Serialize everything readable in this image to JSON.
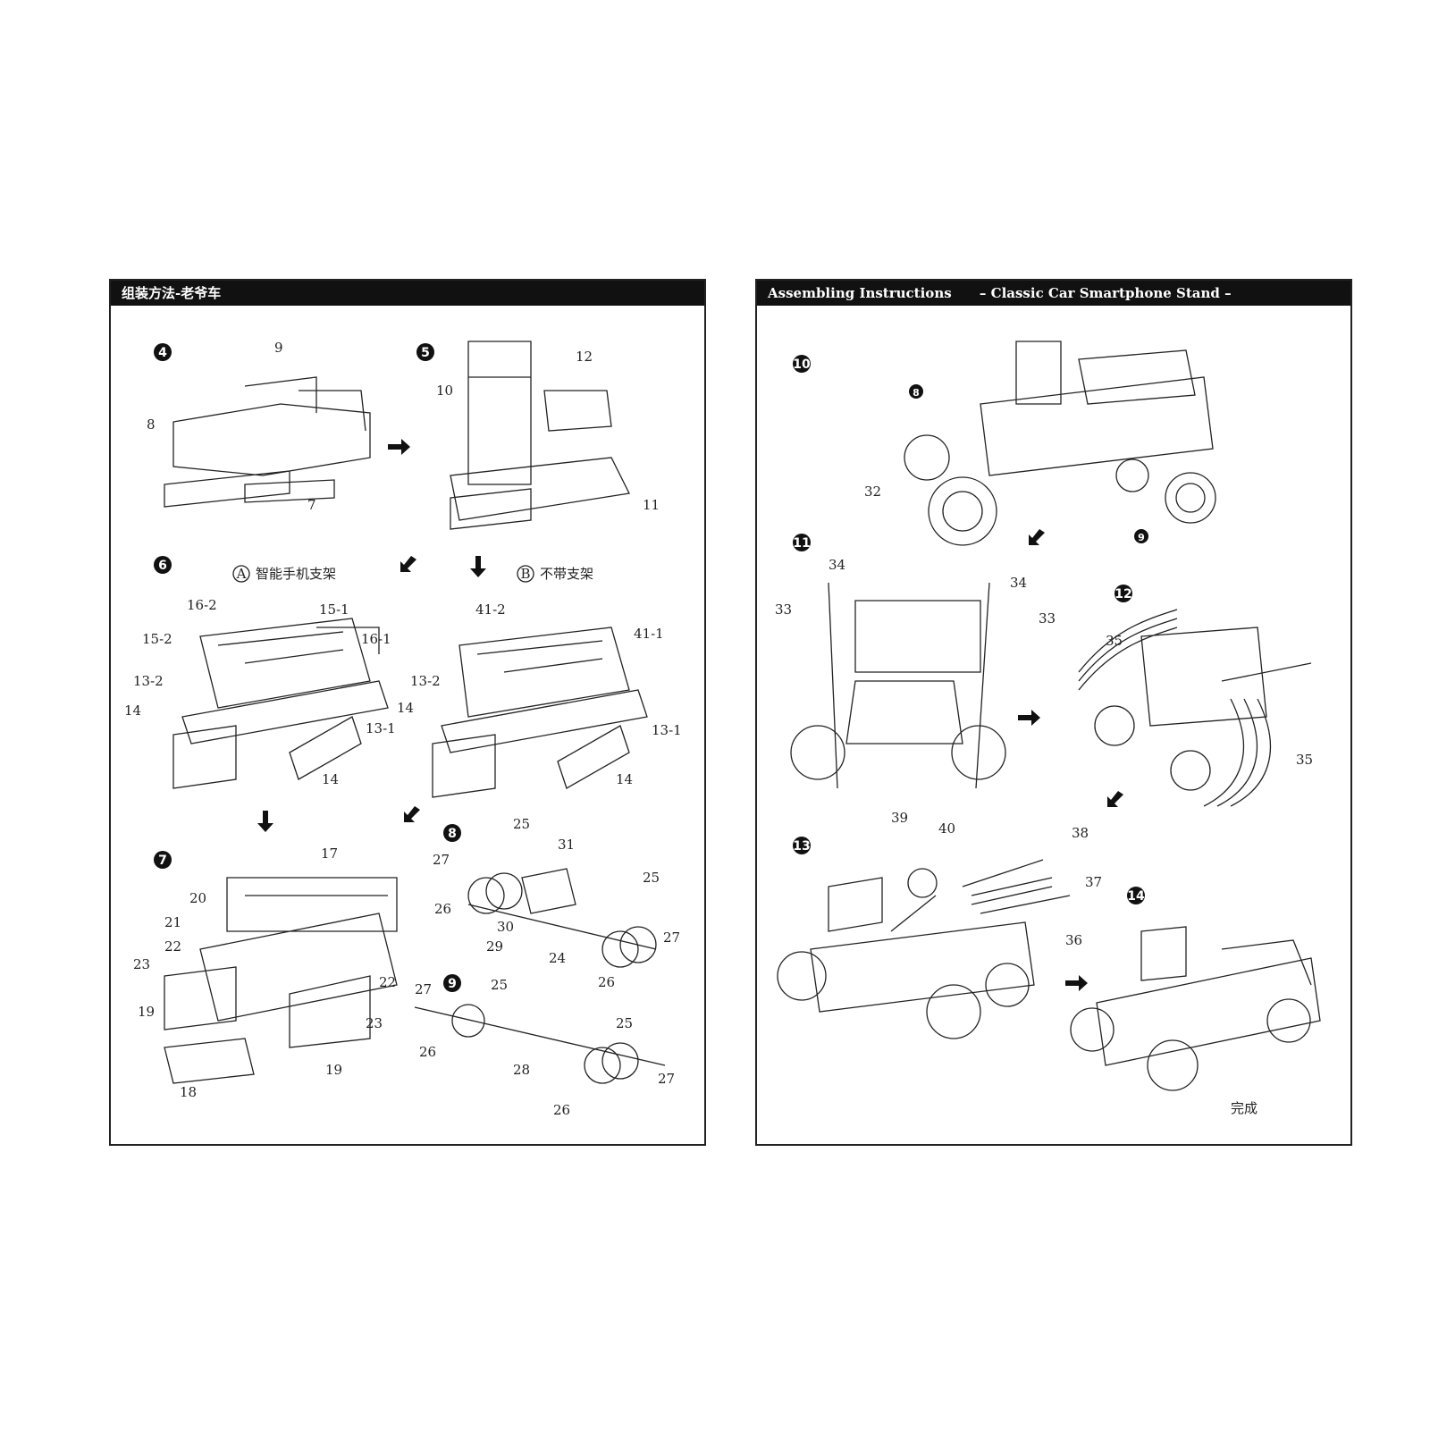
{
  "left_sheet": {
    "header": "组装方法-老爷车",
    "step4": {
      "num": "4",
      "labels": [
        "9",
        "8",
        "7"
      ]
    },
    "step5": {
      "num": "5",
      "labels": [
        "12",
        "10",
        "11"
      ]
    },
    "step6": {
      "num": "6",
      "labels": [
        "16-2",
        "15-1",
        "15-2",
        "16-1",
        "13-2",
        "14",
        "13-1",
        "14"
      ]
    },
    "option_a": {
      "mark": "A",
      "text": "智能手机支架"
    },
    "option_b": {
      "mark": "B",
      "text": "不带支架"
    },
    "step6b": {
      "labels": [
        "41-2",
        "41-1",
        "13-2",
        "14",
        "13-1",
        "14"
      ]
    },
    "step7": {
      "num": "7",
      "labels": [
        "17",
        "20",
        "21",
        "22",
        "23",
        "19",
        "22",
        "23",
        "19",
        "18"
      ]
    },
    "step8": {
      "num": "8",
      "labels": [
        "25",
        "31",
        "27",
        "26",
        "25",
        "30",
        "29",
        "24",
        "26",
        "27"
      ]
    },
    "step9": {
      "num": "9",
      "labels": [
        "27",
        "25",
        "25",
        "26",
        "28",
        "27",
        "26"
      ]
    }
  },
  "right_sheet": {
    "header_left": "Assembling Instructions",
    "header_right": "– Classic Car Smartphone Stand –",
    "step10": {
      "num": "10",
      "sub8": "8",
      "sub9": "9",
      "labels": [
        "32"
      ]
    },
    "step11": {
      "num": "11",
      "labels": [
        "34",
        "34",
        "33",
        "33"
      ]
    },
    "step12": {
      "num": "12",
      "labels": [
        "35",
        "35"
      ]
    },
    "step13": {
      "num": "13",
      "labels": [
        "39",
        "40",
        "38",
        "37",
        "36"
      ]
    },
    "step14": {
      "num": "14"
    },
    "done": "完成"
  }
}
